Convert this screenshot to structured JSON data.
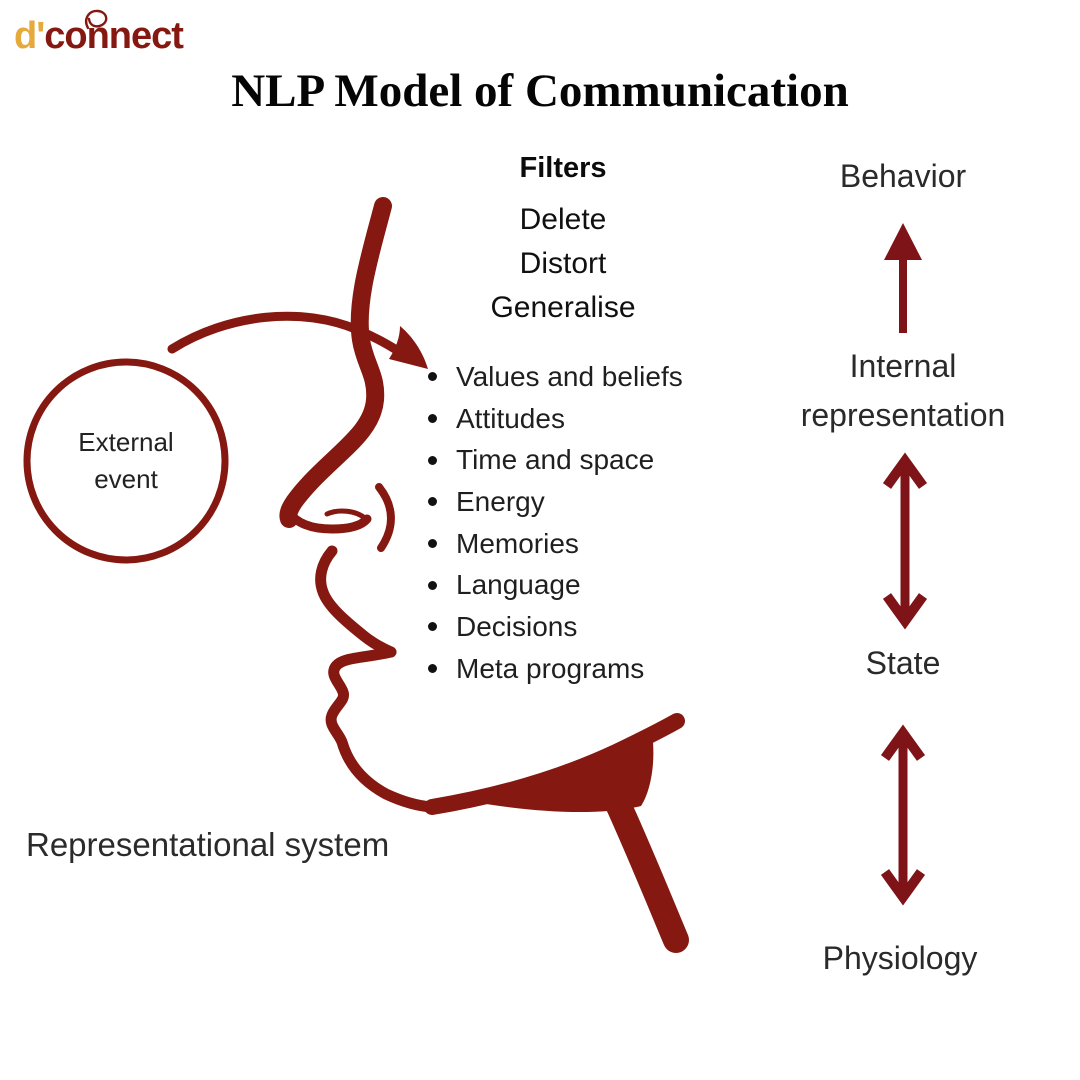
{
  "logo": {
    "gold_part": "d'",
    "dark_part": "connect"
  },
  "title": "NLP Model of Communication",
  "filters": {
    "heading": "Filters",
    "items": [
      "Delete",
      "Distort",
      "Generalise"
    ]
  },
  "internal_filters": [
    "Values and beliefs",
    "Attitudes",
    "Time and space",
    "Energy",
    "Memories",
    "Language",
    "Decisions",
    "Meta programs"
  ],
  "external_event": {
    "line1": "External",
    "line2": "event"
  },
  "representational_system_label": "Representational system",
  "chain": {
    "behavior": "Behavior",
    "internal_representation": {
      "line1": "Internal",
      "line2": "representation"
    },
    "state": "State",
    "physiology": "Physiology"
  },
  "colors": {
    "maroon": "#851911",
    "arrow": "#7E1418",
    "gold": "#E5A93C",
    "ink": "#050505",
    "text": "#252525"
  }
}
